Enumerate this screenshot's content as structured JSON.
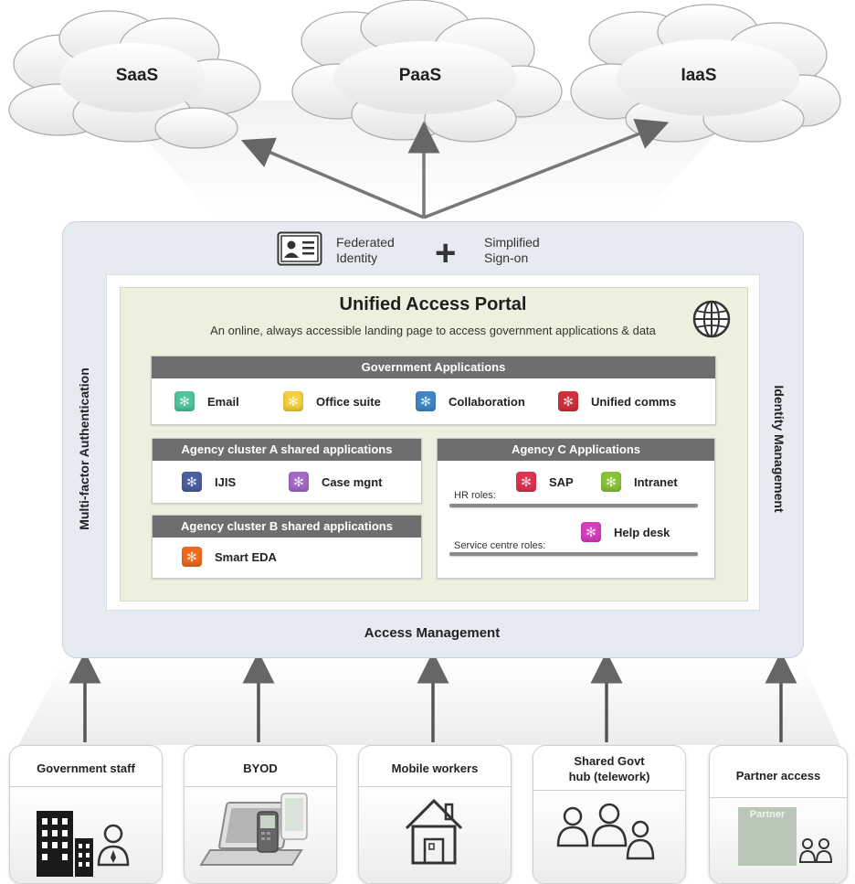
{
  "clouds": [
    {
      "label": "SaaS"
    },
    {
      "label": "PaaS"
    },
    {
      "label": "IaaS"
    }
  ],
  "federation": {
    "left": [
      "Federated",
      "Identity"
    ],
    "plus": "+",
    "right": [
      "Simplified",
      "Sign-on"
    ]
  },
  "portal": {
    "title": "Unified Access Portal",
    "subtitle": "An online, always accessible landing page to access government applications & data"
  },
  "side_labels": {
    "left": "Multi-factor Authentication",
    "right": "Identity Management",
    "bottom": "Access Management"
  },
  "gov_apps": {
    "header": "Government Applications",
    "items": [
      {
        "label": "Email",
        "color": "#4fc49a"
      },
      {
        "label": "Office suite",
        "color": "#f5cf3c"
      },
      {
        "label": "Collaboration",
        "color": "#3f86c9"
      },
      {
        "label": "Unified comms",
        "color": "#d0303b"
      }
    ]
  },
  "cluster_a": {
    "header": "Agency cluster A shared applications",
    "items": [
      {
        "label": "IJIS",
        "color": "#4b5ea0"
      },
      {
        "label": "Case mgnt",
        "color": "#a46ac6"
      }
    ]
  },
  "cluster_b": {
    "header": "Agency cluster B shared applications",
    "items": [
      {
        "label": "Smart EDA",
        "color": "#ef6a1c"
      }
    ]
  },
  "agency_c": {
    "header": "Agency C Applications",
    "hr_roles": "HR roles:",
    "service_roles": "Service centre roles:",
    "items": [
      {
        "label": "SAP",
        "color": "#de3450"
      },
      {
        "label": "Intranet",
        "color": "#8ac33a"
      },
      {
        "label": "Help desk",
        "color": "#d73dbf"
      }
    ]
  },
  "channels": [
    {
      "title": "Government staff",
      "icon": "office-building-icon"
    },
    {
      "title": "BYOD",
      "icon": "laptop-phone-icon"
    },
    {
      "title": "Mobile workers",
      "icon": "house-icon"
    },
    {
      "title": "Shared Govt hub (telework)",
      "title_lines": [
        "Shared Govt",
        "hub (telework)"
      ],
      "icon": "group-icon"
    },
    {
      "title": "Partner access",
      "icon": "partner-icon",
      "badge": "Partner"
    }
  ],
  "colors": {
    "frame": "#e6ebf2",
    "portal": "#eef0df",
    "panel_header": "#6e6e6e",
    "arrow": "#666666"
  }
}
